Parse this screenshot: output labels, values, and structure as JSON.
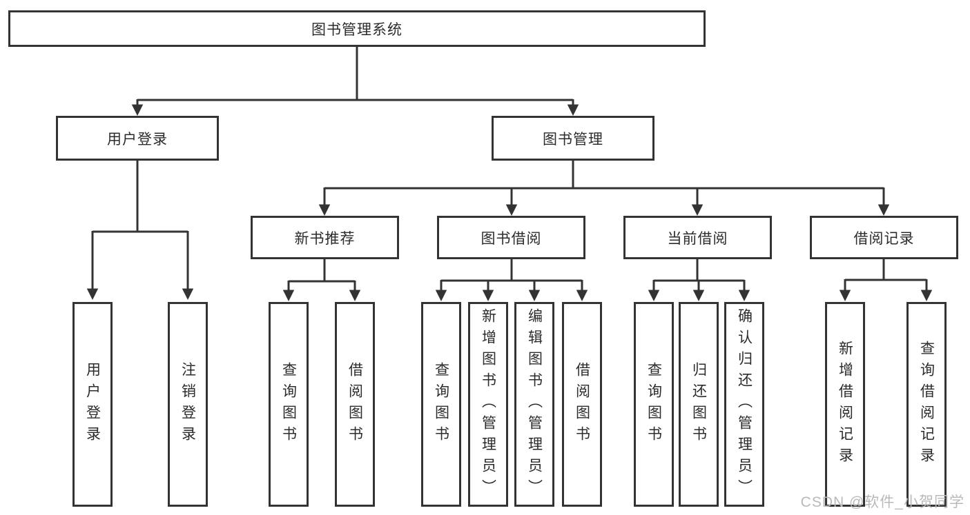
{
  "root": {
    "label": "图书管理系统"
  },
  "level2": [
    {
      "label": "用户登录"
    },
    {
      "label": "图书管理"
    }
  ],
  "level3": [
    {
      "label": "新书推荐"
    },
    {
      "label": "图书借阅"
    },
    {
      "label": "当前借阅"
    },
    {
      "label": "借阅记录"
    }
  ],
  "leaves": {
    "login": [
      {
        "label": "用户登录"
      },
      {
        "label": "注销登录"
      }
    ],
    "recommend": [
      {
        "label": "查询图书"
      },
      {
        "label": "借阅图书"
      }
    ],
    "borrow": [
      {
        "label": "查询图书"
      },
      {
        "label": "新增图书（管理员）"
      },
      {
        "label": "编辑图书（管理员）"
      },
      {
        "label": "借阅图书"
      }
    ],
    "current": [
      {
        "label": "查询图书"
      },
      {
        "label": "归还图书"
      },
      {
        "label": "确认归还（管理员）"
      }
    ],
    "records": [
      {
        "label": "新增借阅记录"
      },
      {
        "label": "查询借阅记录"
      }
    ]
  },
  "watermark": "CSDN @软件_小贺同学",
  "colors": {
    "line": "#333333",
    "text": "#2b2b2b",
    "watermark": "#b9b9b9",
    "background": "#ffffff"
  }
}
